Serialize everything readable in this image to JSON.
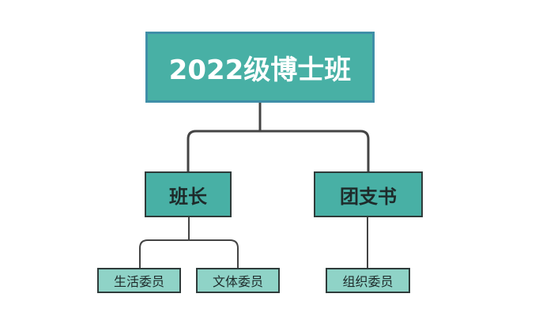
{
  "root": {
    "label": "2022级博士班"
  },
  "level1": [
    {
      "label": "班长"
    },
    {
      "label": "团支书"
    }
  ],
  "level2": [
    {
      "label": "生活委员"
    },
    {
      "label": "文体委员"
    },
    {
      "label": "组织委员"
    }
  ],
  "colors": {
    "node_fill": "#48b0a5",
    "leaf_fill": "#8fd3c7",
    "root_border": "#3f8fa8",
    "connector": "#444444"
  }
}
